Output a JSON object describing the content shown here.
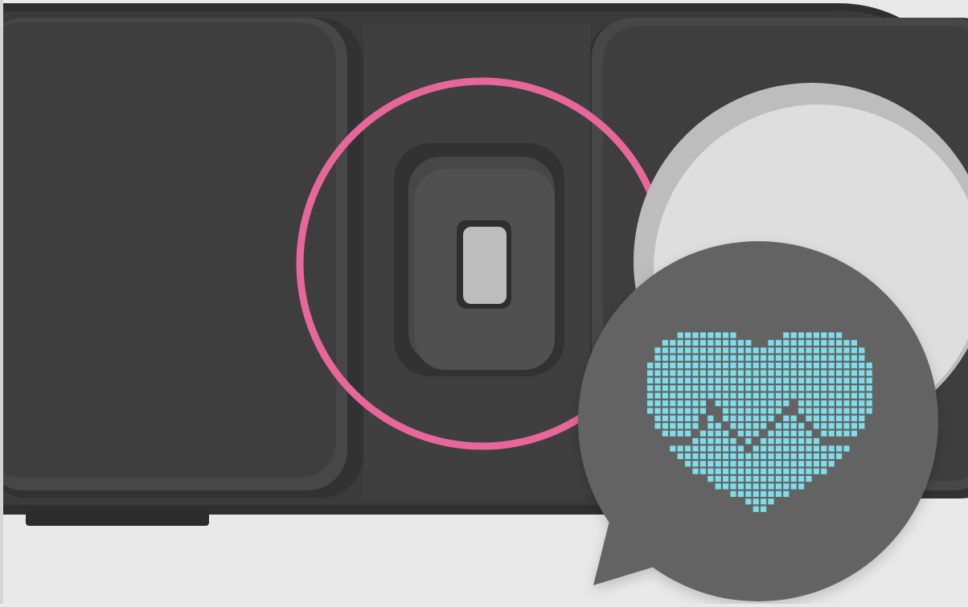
{
  "scene": {
    "subject": "tracker-device-heartbeat",
    "colors": {
      "background": "#e9e9e9",
      "device_body": "#3a3a3a",
      "device_rim": "#2f2f2f",
      "panel": "#3f3f3f",
      "button_outer": "#323232",
      "button_inner": "#505050",
      "button_light": "#bdbdbd",
      "highlight_ring": "#e8679a",
      "knob_outer": "#bdbdbd",
      "knob_inner": "#dedede",
      "bubble": "#646464",
      "heart_pixels": "#7fdde9"
    },
    "icons": [
      "highlight-ring",
      "speech-bubble",
      "pixel-heart-icon",
      "heartbeat-wave"
    ]
  }
}
